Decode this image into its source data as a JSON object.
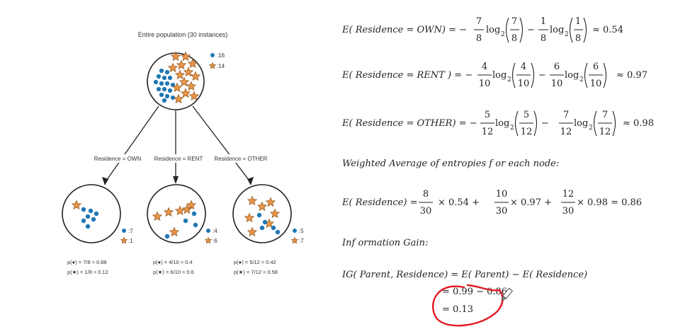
{
  "tree": {
    "root_title": "Entire population (30 instances)",
    "root_counts": {
      "dots": ":16",
      "stars": ":14"
    },
    "branches": [
      {
        "edge_label": "Residence = OWN",
        "counts": {
          "dots": ":7",
          "stars": ":1"
        },
        "p_dot": "p(●) = 7/8 ≈ 0.88",
        "p_star": "p(★) = 1/8 ≈ 0.12"
      },
      {
        "edge_label": "Residence = RENT",
        "counts": {
          "dots": ":4",
          "stars": ":6"
        },
        "p_dot": "p(●) = 4/10 ≈ 0.4",
        "p_star": "p(★) = 6/10 ≈ 0.6"
      },
      {
        "edge_label": "Residence = OTHER",
        "counts": {
          "dots": ":5",
          "stars": ":7"
        },
        "p_dot": "p(●) = 5/12 ≈ 0.42",
        "p_star": "p(★) = 7/12 ≈ 0.58"
      }
    ],
    "colors": {
      "dot": "#1f77b4",
      "star_fill": "#e8954a",
      "star_stroke": "#9a5a1c"
    }
  },
  "equations": {
    "own": {
      "lhs": "E( Residence = OWN)  =  −",
      "f1_num": "7",
      "f1_den": "8",
      "log1": "log",
      "a1_num": "7",
      "a1_den": "8",
      "minus": "−",
      "f2_num": "1",
      "f2_den": "8",
      "log2": "log",
      "a2_num": "1",
      "a2_den": "8",
      "result": "≈ 0.54"
    },
    "rent": {
      "lhs": "E( Residence = RENT )  =  −",
      "f1_num": "4",
      "f1_den": "10",
      "log1": "log",
      "a1_num": "4",
      "a1_den": "10",
      "minus": "−",
      "f2_num": "6",
      "f2_den": "10",
      "log2": "log",
      "a2_num": "6",
      "a2_den": "10",
      "result": "≈ 0.97"
    },
    "other": {
      "lhs": "E( Residence = OTHER)  =  −",
      "f1_num": "5",
      "f1_den": "12",
      "log1": "log",
      "a1_num": "5",
      "a1_den": "12",
      "minus": "−",
      "f2_num": "7",
      "f2_den": "12",
      "log2": "log",
      "a2_num": "7",
      "a2_den": "12",
      "result": "≈ 0.98"
    },
    "log_sub": "2",
    "weighted_heading": "Weighted Average of  entropies f or each node:",
    "weighted": {
      "lhs": "E( Residence)  =",
      "t1_num": "8",
      "t1_den": "30",
      "t1_rest": "×  0.54  +",
      "t2_num": "10",
      "t2_den": "30",
      "t2_rest": "× 0.97  +",
      "t3_num": "12",
      "t3_den": "30",
      "t3_rest": "× 0.98 = 0.86"
    },
    "gain_heading": "Inf ormation Gain:",
    "ig_line": "IG( Parent, Residence)  =  E( Parent)  −  E( Residence)",
    "ig_line2": "=  0.99  −  0.86",
    "ig_line3": "=  0.13",
    "annotation_color": "#e01b24"
  }
}
